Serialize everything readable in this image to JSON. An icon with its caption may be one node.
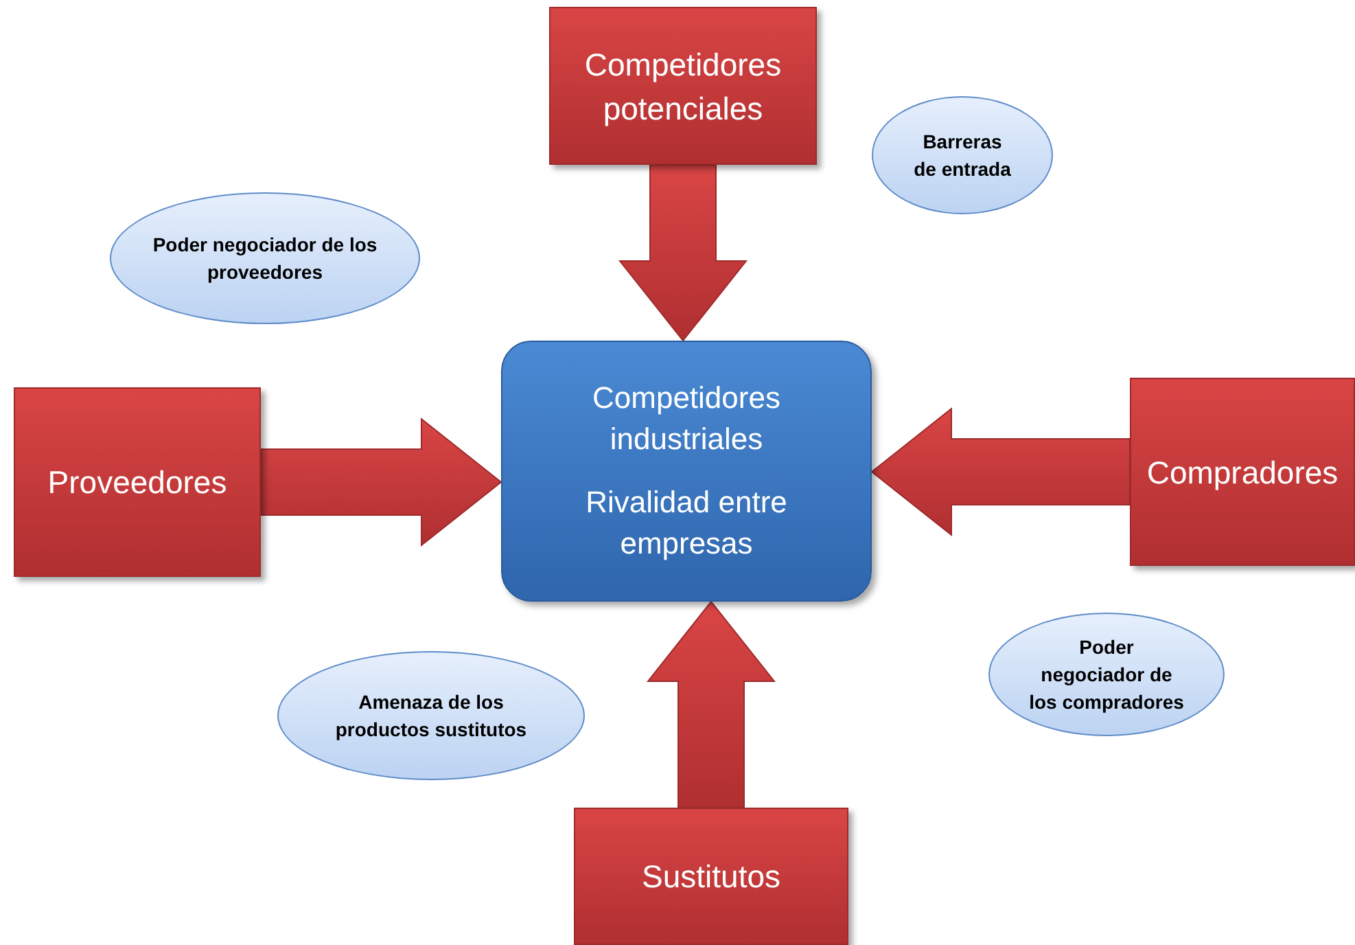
{
  "diagram": {
    "nodes": [
      {
        "text": [
          "Competidores potenciales"
        ]
      },
      {
        "text": [
          "Barreras de entrada"
        ]
      },
      {
        "text": [
          "Poder negociador de los proveedores"
        ]
      },
      {
        "text": [
          "Competidores industriales",
          "Rivalidad entre empresas"
        ]
      },
      {
        "text": [
          "Proveedores"
        ]
      },
      {
        "text": [
          "Compradores"
        ]
      },
      {
        "text": [
          "Poder negociador de los compradores"
        ]
      },
      {
        "text": [
          "Amenaza de los productos sustitutos"
        ]
      },
      {
        "text": [
          "Sustitutos"
        ]
      }
    ],
    "edges": [
      {
        "from": 0,
        "to": 3,
        "arrow": "to"
      },
      {
        "from": 4,
        "to": 3,
        "arrow": "to"
      },
      {
        "from": 5,
        "to": 3,
        "arrow": "to"
      },
      {
        "from": 8,
        "to": 3,
        "arrow": "to"
      }
    ]
  }
}
